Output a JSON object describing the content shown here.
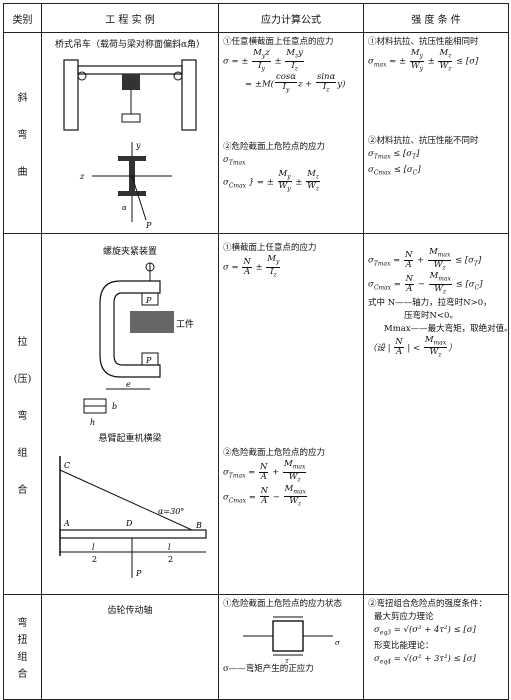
{
  "headers": {
    "category": "类别",
    "example": "工 程 实 例",
    "formula": "应力计算公式",
    "strength": "强 度 条 件"
  },
  "rows": {
    "oblique": {
      "category": [
        "斜",
        "弯",
        "曲"
      ],
      "example_title": "桥式吊车（载荷与梁对称面偏斜α角）",
      "formula1_title": "①任意横截面上任意点的应力",
      "formula2_title": "②危险截面上危险点的应力",
      "strength1_title": "①材料抗拉、抗压性能相同时",
      "strength2_title": "②材料抗拉、抗压性能不同时",
      "diagram_labels": {
        "y": "y",
        "z": "z",
        "alpha": "α",
        "P": "P"
      }
    },
    "tension": {
      "category": [
        "拉",
        "(压)",
        "弯",
        "组",
        "合"
      ],
      "example1_title": "螺旋夹紧装置",
      "example2_title": "悬臂起重机横梁",
      "formula1_title": "①横截面上任意点的应力",
      "formula2_title": "②危险截面上危险点的应力",
      "note_prefix": "式中",
      "note_N": "N——轴力，拉弯时N>0，",
      "note_N2": "压弯时N<0。",
      "note_M": "Mmax——最大弯矩，取绝对值。",
      "note_set": "（设",
      "workpiece": "工件",
      "labels": {
        "P": "P",
        "e": "e",
        "b": "b",
        "h": "h",
        "A": "A",
        "B": "B",
        "C": "C",
        "D": "D",
        "alpha30": "α=30°",
        "l": "l",
        "half": "2"
      }
    },
    "torsion": {
      "category": [
        "弯",
        "扭",
        "组",
        "合"
      ],
      "example_title": "齿轮传动轴",
      "formula1_title": "①危险截面上危险点的应力状态",
      "formula_note": "σ——弯矩产生的正应力",
      "strength_title": "②弯扭组合危险点的强度条件：",
      "theory1": "最大剪应力理论",
      "theory2": "形变比能理论："
    }
  }
}
